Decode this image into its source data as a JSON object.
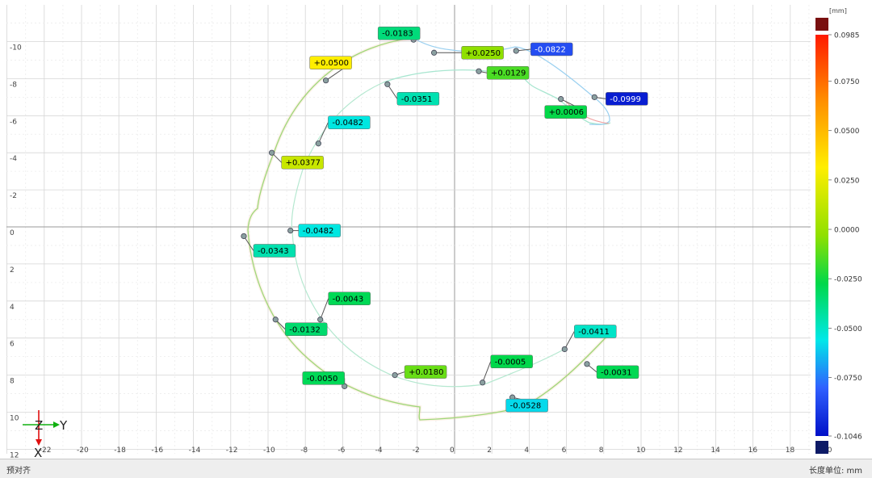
{
  "status": {
    "left": "预对齐",
    "unit_label": "长度单位: mm"
  },
  "colorbar": {
    "unit": "[mm]",
    "ticks": [
      {
        "value": 0.0985,
        "label": "0.0985"
      },
      {
        "value": 0.075,
        "label": "0.0750"
      },
      {
        "value": 0.05,
        "label": "0.0500"
      },
      {
        "value": 0.025,
        "label": "0.0250"
      },
      {
        "value": 0.0,
        "label": "0.0000"
      },
      {
        "value": -0.025,
        "label": "-0.0250"
      },
      {
        "value": -0.05,
        "label": "-0.0500"
      },
      {
        "value": -0.075,
        "label": "-0.0750"
      },
      {
        "value": -0.1046,
        "label": "-0.1046"
      }
    ],
    "over_color": "#7a1010",
    "under_color": "#0d1a66"
  },
  "axes": {
    "y_ticks": [
      "-22",
      "-20",
      "-18",
      "-16",
      "-14",
      "-12",
      "-10",
      "-8",
      "-6",
      "-4",
      "-2",
      "0",
      "2",
      "4",
      "6",
      "8",
      "10",
      "12",
      "14",
      "16",
      "18",
      "20"
    ],
    "x_ticks": [
      "-10",
      "-8",
      "-6",
      "-4",
      "-2",
      "0",
      "2",
      "4",
      "6",
      "8",
      "10",
      "12"
    ],
    "triad": {
      "z": "Z",
      "y": "Y",
      "x": "X"
    }
  },
  "annotations": [
    {
      "label": "-0.0183",
      "value": -0.0183,
      "y": -2.2,
      "x": -10.1
    },
    {
      "label": "+0.0250",
      "value": 0.025,
      "y": -1.1,
      "x": -9.4
    },
    {
      "label": "-0.0822",
      "value": -0.0822,
      "y": 3.3,
      "x": -9.5
    },
    {
      "label": "+0.0500",
      "value": 0.05,
      "y": -6.9,
      "x": -7.9
    },
    {
      "label": "+0.0129",
      "value": 0.0129,
      "y": 1.3,
      "x": -8.4
    },
    {
      "label": "-0.0351",
      "value": -0.0351,
      "y": -3.6,
      "x": -7.7
    },
    {
      "label": "-0.0999",
      "value": -0.0999,
      "y": 7.5,
      "x": -7.0
    },
    {
      "label": "+0.0006",
      "value": 0.0006,
      "y": 5.7,
      "x": -6.9
    },
    {
      "label": "-0.0482",
      "value": -0.0482,
      "y": -7.3,
      "x": -4.5
    },
    {
      "label": "+0.0377",
      "value": 0.0377,
      "y": -9.8,
      "x": -4.0
    },
    {
      "label": "-0.0482",
      "value": -0.0482,
      "y": -8.8,
      "x": 0.2
    },
    {
      "label": "-0.0343",
      "value": -0.0343,
      "y": -11.3,
      "x": 0.5
    },
    {
      "label": "-0.0043",
      "value": -0.0043,
      "y": -7.2,
      "x": 5.0
    },
    {
      "label": "-0.0132",
      "value": -0.0132,
      "y": -9.6,
      "x": 5.0
    },
    {
      "label": "-0.0411",
      "value": -0.0411,
      "y": 5.9,
      "x": 6.6
    },
    {
      "label": "-0.0050",
      "value": -0.005,
      "y": -5.9,
      "x": 8.6
    },
    {
      "label": "+0.0180",
      "value": 0.018,
      "y": -3.2,
      "x": 8.0
    },
    {
      "label": "-0.0005",
      "value": -0.0005,
      "y": 1.5,
      "x": 8.4
    },
    {
      "label": "-0.0031",
      "value": -0.0031,
      "y": 7.1,
      "x": 7.4
    },
    {
      "label": "-0.0528",
      "value": -0.0528,
      "y": 3.1,
      "x": 9.2
    }
  ]
}
